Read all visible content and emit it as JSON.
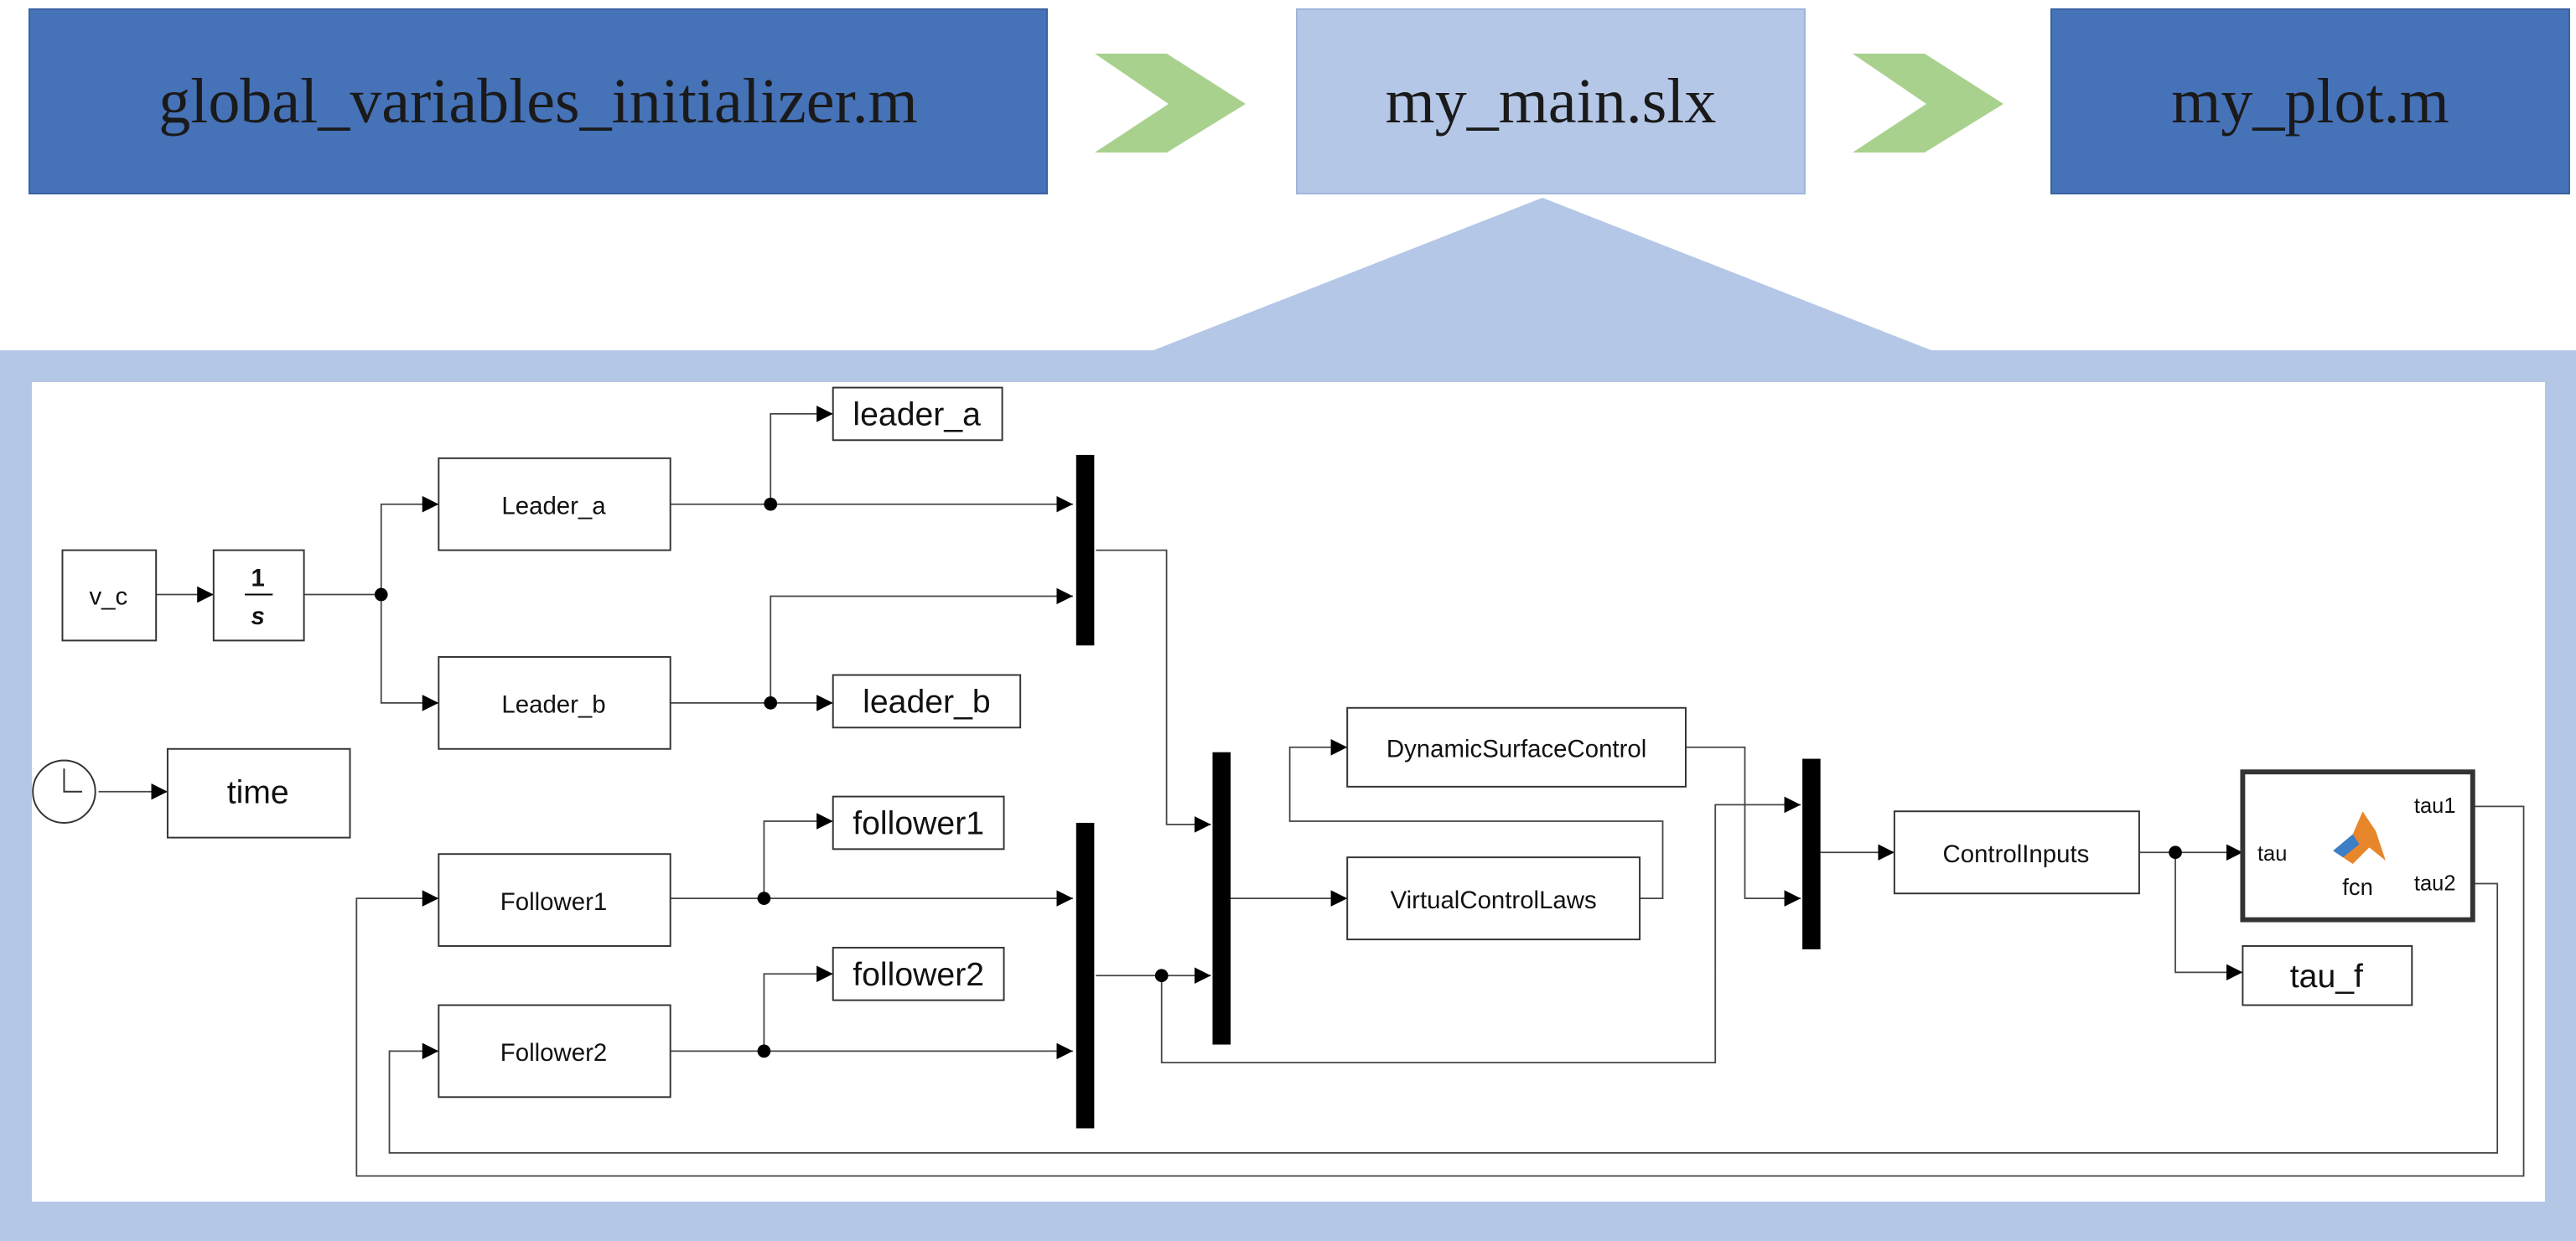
{
  "pipeline": {
    "step1": "global_variables_initializer.m",
    "step2": "my_main.slx",
    "step3": "my_plot.m"
  },
  "colors": {
    "dark_box": "#4672b8",
    "light_box": "#b4c7e7",
    "arrow": "#a9d18e",
    "zoom_frame": "#b4c7e7",
    "mux_bar": "#000000"
  },
  "blocks": {
    "vc": "v_c",
    "integrator_num": "1",
    "integrator_den": "s",
    "leader_a": "Leader_a",
    "leader_b": "Leader_b",
    "follower1": "Follower1",
    "follower2": "Follower2",
    "dsc": "DynamicSurfaceControl",
    "vcl": "VirtualControlLaws",
    "control_inputs": "ControlInputs",
    "fcn": "fcn",
    "fcn_in": "tau",
    "fcn_out1": "tau1",
    "fcn_out2": "tau2"
  },
  "sinks": {
    "leader_a": "leader_a",
    "leader_b": "leader_b",
    "follower1": "follower1",
    "follower2": "follower2",
    "time": "time",
    "tau_f": "tau_f"
  },
  "icons": {
    "clock": "clock-icon",
    "matlab": "matlab-logo-icon",
    "chevron": "chevron-right-icon"
  }
}
